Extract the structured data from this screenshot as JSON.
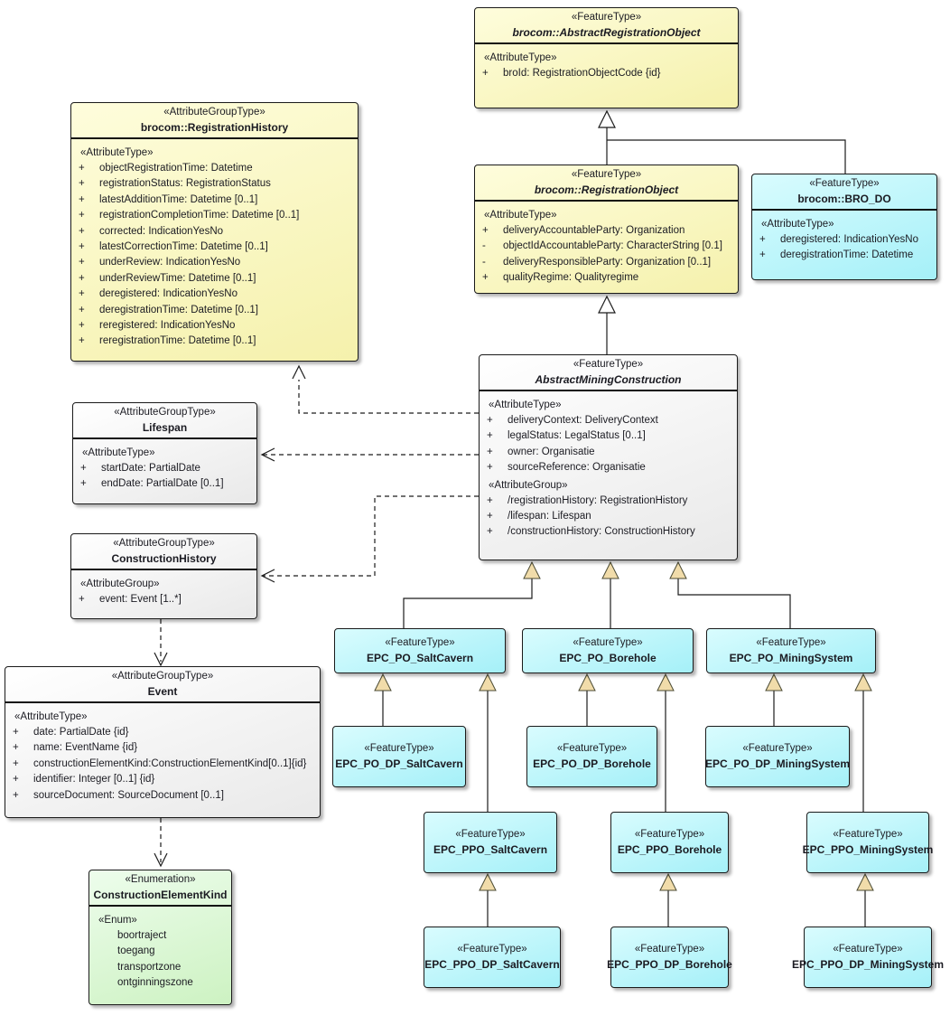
{
  "diagram": {
    "title": "",
    "colors": {
      "yellow_top": "#FEFDDC",
      "yellow_bottom": "#F5F1AC",
      "cyan_top": "#D9FCFE",
      "cyan_bottom": "#A5F0F8",
      "white_top": "#FFFFFF",
      "white_bottom": "#E9E9E9",
      "green_top": "#EDFDEC",
      "green_bottom": "#CDF2C2",
      "generalization_triangle": "#F1DCAA",
      "line": "#1C1C1C"
    },
    "classes": [
      {
        "id": "abstract-registration-object",
        "fill": "yellow",
        "name_style": "bold-italic",
        "stereotype": "«FeatureType»",
        "name": "brocom::AbstractRegistrationObject",
        "sections": [
          {
            "heading": "«AttributeType»",
            "items": [
              {
                "vis": "+",
                "text": "broId: RegistrationObjectCode {id}"
              }
            ]
          }
        ]
      },
      {
        "id": "registration-history",
        "fill": "yellow",
        "name_style": "bold",
        "stereotype": "«AttributeGroupType»",
        "name": "brocom::RegistrationHistory",
        "sections": [
          {
            "heading": "«AttributeType»",
            "items": [
              {
                "vis": "+",
                "text": "objectRegistrationTime: Datetime"
              },
              {
                "vis": "+",
                "text": "registrationStatus: RegistrationStatus"
              },
              {
                "vis": "+",
                "text": "latestAdditionTime: Datetime [0..1]"
              },
              {
                "vis": "+",
                "text": "registrationCompletionTime: Datetime [0..1]"
              },
              {
                "vis": "+",
                "text": "corrected: IndicationYesNo"
              },
              {
                "vis": "+",
                "text": "latestCorrectionTime: Datetime [0..1]"
              },
              {
                "vis": "+",
                "text": "underReview: IndicationYesNo"
              },
              {
                "vis": "+",
                "text": "underReviewTime: Datetime [0..1]"
              },
              {
                "vis": "+",
                "text": "deregistered: IndicationYesNo"
              },
              {
                "vis": "+",
                "text": "deregistrationTime: Datetime [0..1]"
              },
              {
                "vis": "+",
                "text": "reregistered: IndicationYesNo"
              },
              {
                "vis": "+",
                "text": "reregistrationTime: Datetime [0..1]"
              }
            ]
          }
        ]
      },
      {
        "id": "registration-object",
        "fill": "yellow",
        "name_style": "bold-italic",
        "stereotype": "«FeatureType»",
        "name": "brocom::RegistrationObject",
        "sections": [
          {
            "heading": "«AttributeType»",
            "items": [
              {
                "vis": "+",
                "text": "deliveryAccountableParty: Organization"
              },
              {
                "vis": "-",
                "text": "objectIdAccountableParty: CharacterString [0.1]"
              },
              {
                "vis": "-",
                "text": "deliveryResponsibleParty: Organization [0..1]"
              },
              {
                "vis": "+",
                "text": "qualityRegime: Qualityregime"
              }
            ]
          }
        ]
      },
      {
        "id": "bro-do",
        "fill": "cyan",
        "name_style": "bold",
        "stereotype": "«FeatureType»",
        "name": "brocom::BRO_DO",
        "sections": [
          {
            "heading": "«AttributeType»",
            "items": [
              {
                "vis": "+",
                "text": "deregistered: IndicationYesNo"
              },
              {
                "vis": "+",
                "text": "deregistrationTime: Datetime"
              }
            ]
          }
        ]
      },
      {
        "id": "abstract-mining-construction",
        "fill": "white",
        "name_style": "bold-italic",
        "stereotype": "«FeatureType»",
        "name": "AbstractMiningConstruction",
        "sections": [
          {
            "heading": "«AttributeType»",
            "items": [
              {
                "vis": "+",
                "text": "deliveryContext: DeliveryContext"
              },
              {
                "vis": "+",
                "text": "legalStatus: LegalStatus [0..1]"
              },
              {
                "vis": "+",
                "text": "owner: Organisatie"
              },
              {
                "vis": "+",
                "text": "sourceReference: Organisatie"
              }
            ]
          },
          {
            "heading": "«AttributeGroup»",
            "items": [
              {
                "vis": "+",
                "text": "/registrationHistory: RegistrationHistory"
              },
              {
                "vis": "+",
                "text": "/lifespan: Lifespan"
              },
              {
                "vis": "+",
                "text": "/constructionHistory: ConstructionHistory"
              }
            ]
          }
        ]
      },
      {
        "id": "lifespan",
        "fill": "white",
        "name_style": "bold",
        "stereotype": "«AttributeGroupType»",
        "name": "Lifespan",
        "sections": [
          {
            "heading": "«AttributeType»",
            "items": [
              {
                "vis": "+",
                "text": "startDate: PartialDate"
              },
              {
                "vis": "+",
                "text": "endDate: PartialDate [0..1]"
              }
            ]
          }
        ]
      },
      {
        "id": "construction-history",
        "fill": "white",
        "name_style": "bold",
        "stereotype": "«AttributeGroupType»",
        "name": "ConstructionHistory",
        "sections": [
          {
            "heading": "«AttributeGroup»",
            "items": [
              {
                "vis": "+",
                "text": "event: Event [1..*]"
              }
            ]
          }
        ]
      },
      {
        "id": "event",
        "fill": "white",
        "name_style": "bold",
        "stereotype": "«AttributeGroupType»",
        "name": "Event",
        "sections": [
          {
            "heading": "«AttributeType»",
            "items": [
              {
                "vis": "+",
                "text": "date: PartialDate {id}"
              },
              {
                "vis": "+",
                "text": "name: EventName {id}"
              },
              {
                "vis": "+",
                "text": "constructionElementKind:ConstructionElementKind[0..1]{id}"
              },
              {
                "vis": "+",
                "text": "identifier: Integer [0..1] {id}"
              },
              {
                "vis": "+",
                "text": "sourceDocument: SourceDocument [0..1]"
              }
            ]
          }
        ]
      },
      {
        "id": "construction-element-kind",
        "fill": "green",
        "name_style": "bold",
        "stereotype": "«Enumeration»",
        "name": "ConstructionElementKind",
        "sections": [
          {
            "heading": "«Enum»",
            "items": [
              {
                "vis": "",
                "text": "boortraject"
              },
              {
                "vis": "",
                "text": "toegang"
              },
              {
                "vis": "",
                "text": "transportzone"
              },
              {
                "vis": "",
                "text": "ontginningszone"
              }
            ]
          }
        ]
      },
      {
        "id": "epc-po-saltcavern",
        "fill": "cyan",
        "name_style": "bold",
        "stereotype": "«FeatureType»",
        "name": "EPC_PO_SaltCavern",
        "sections": []
      },
      {
        "id": "epc-po-borehole",
        "fill": "cyan",
        "name_style": "bold",
        "stereotype": "«FeatureType»",
        "name": "EPC_PO_Borehole",
        "sections": []
      },
      {
        "id": "epc-po-miningsystem",
        "fill": "cyan",
        "name_style": "bold",
        "stereotype": "«FeatureType»",
        "name": "EPC_PO_MiningSystem",
        "sections": []
      },
      {
        "id": "epc-po-dp-saltcavern",
        "fill": "cyan",
        "name_style": "bold",
        "stereotype": "«FeatureType»",
        "name": "EPC_PO_DP_SaltCavern",
        "sections": []
      },
      {
        "id": "epc-po-dp-borehole",
        "fill": "cyan",
        "name_style": "bold",
        "stereotype": "«FeatureType»",
        "name": "EPC_PO_DP_Borehole",
        "sections": []
      },
      {
        "id": "epc-po-dp-miningsystem",
        "fill": "cyan",
        "name_style": "bold",
        "stereotype": "«FeatureType»",
        "name": "EPC_PO_DP_MiningSystem",
        "sections": []
      },
      {
        "id": "epc-ppo-saltcavern",
        "fill": "cyan",
        "name_style": "bold",
        "stereotype": "«FeatureType»",
        "name": "EPC_PPO_SaltCavern",
        "sections": []
      },
      {
        "id": "epc-ppo-borehole",
        "fill": "cyan",
        "name_style": "bold",
        "stereotype": "«FeatureType»",
        "name": "EPC_PPO_Borehole",
        "sections": []
      },
      {
        "id": "epc-ppo-miningsystem",
        "fill": "cyan",
        "name_style": "bold",
        "stereotype": "«FeatureType»",
        "name": "EPC_PPO_MiningSystem",
        "sections": []
      },
      {
        "id": "epc-ppo-dp-saltcavern",
        "fill": "cyan",
        "name_style": "bold",
        "stereotype": "«FeatureType»",
        "name": "EPC_PPO_DP_SaltCavern",
        "sections": []
      },
      {
        "id": "epc-ppo-dp-borehole",
        "fill": "cyan",
        "name_style": "bold",
        "stereotype": "«FeatureType»",
        "name": "EPC_PPO_DP_Borehole",
        "sections": []
      },
      {
        "id": "epc-ppo-dp-miningsystem",
        "fill": "cyan",
        "name_style": "bold",
        "stereotype": "«FeatureType»",
        "name": "EPC_PPO_DP_MiningSystem",
        "sections": []
      }
    ]
  }
}
